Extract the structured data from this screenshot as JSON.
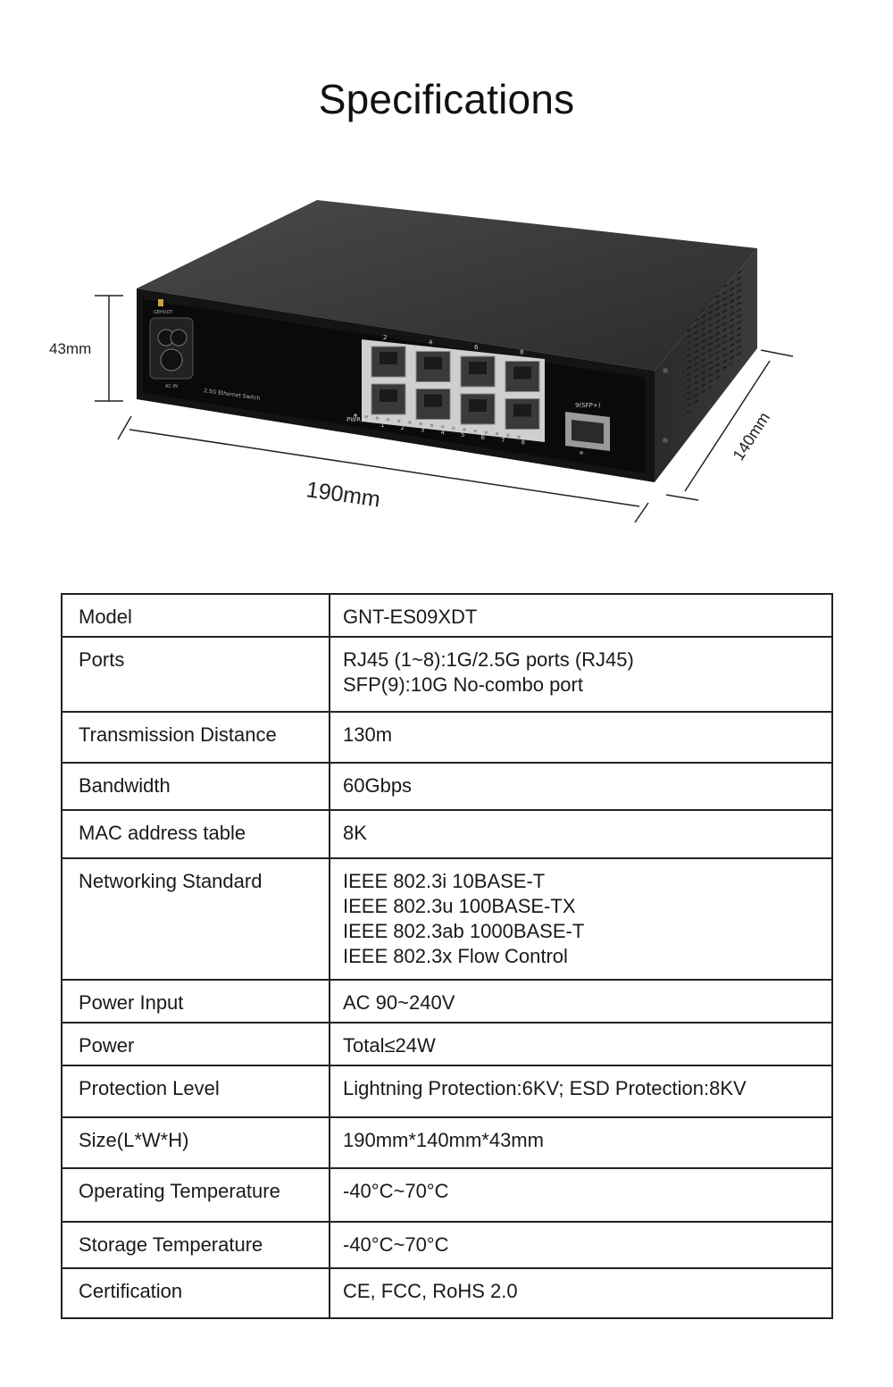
{
  "title": "Specifications",
  "figure": {
    "dim_height": "43mm",
    "dim_length": "190mm",
    "dim_width": "140mm",
    "device": {
      "brand": "GEHUOT",
      "power_label": "AC-IN",
      "model_text": "2.5G Ethernet Switch",
      "pwr_label": "PWR",
      "sfp_label": "9(SFP+)",
      "top_port_numbers": [
        "2",
        "4",
        "6",
        "8"
      ],
      "bottom_port_numbers": [
        "1",
        "2",
        "3",
        "4",
        "5",
        "6",
        "7",
        "8"
      ]
    }
  },
  "specs": [
    {
      "label": "Model",
      "values": [
        "GNT-ES09XDT"
      ]
    },
    {
      "label": "Ports",
      "values": [
        "RJ45 (1~8):1G/2.5G ports (RJ45)",
        "SFP(9):10G No-combo port"
      ]
    },
    {
      "label": "Transmission Distance",
      "values": [
        "130m"
      ]
    },
    {
      "label": "Bandwidth",
      "values": [
        "60Gbps"
      ]
    },
    {
      "label": "MAC address table",
      "values": [
        "8K"
      ]
    },
    {
      "label": "Networking Standard",
      "values": [
        "IEEE 802.3i 10BASE-T",
        "IEEE 802.3u 100BASE-TX",
        "IEEE 802.3ab 1000BASE-T",
        "IEEE 802.3x Flow Control"
      ]
    },
    {
      "label": "Power Input",
      "values": [
        "AC 90~240V"
      ]
    },
    {
      "label": "Power",
      "values": [
        "Total≤24W"
      ]
    },
    {
      "label": "Protection Level",
      "values": [
        "Lightning Protection:6KV; ESD Protection:8KV"
      ]
    },
    {
      "label": "Size(L*W*H)",
      "values": [
        "190mm*140mm*43mm"
      ]
    },
    {
      "label": "Operating Temperature",
      "values": [
        "-40°C~70°C"
      ]
    },
    {
      "label": "Storage Temperature",
      "values": [
        "-40°C~70°C"
      ]
    },
    {
      "label": "Certification",
      "values": [
        "CE, FCC, RoHS 2.0"
      ]
    }
  ]
}
